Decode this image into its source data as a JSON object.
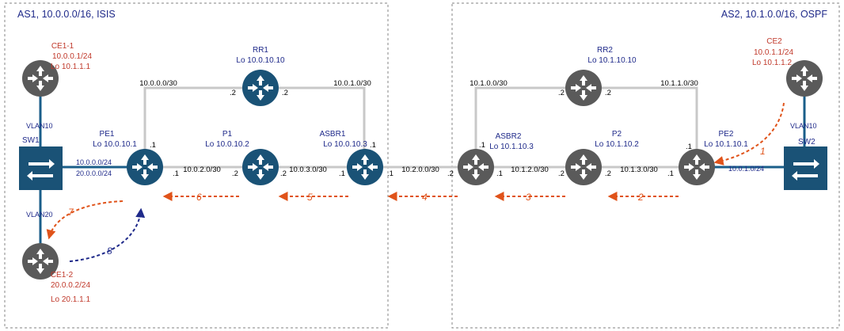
{
  "as1": {
    "title": "AS1, 10.0.0.0/16, ISIS"
  },
  "as2": {
    "title": "AS2, 10.1.0.0/16, OSPF"
  },
  "nodes": {
    "ce1_1": {
      "name": "CE1-1",
      "ip": "10.0.0.1/24",
      "lo": "Lo 10.1.1.1"
    },
    "ce1_2": {
      "name": "CE1-2",
      "ip": "20.0.0.2/24",
      "lo": "Lo 20.1.1.1"
    },
    "sw1": {
      "name": "SW1",
      "vlan_top": "VLAN10",
      "vlan_bottom": "VLAN20",
      "subnet1": "10.0.0.0/24",
      "subnet2": "20.0.0.0/24"
    },
    "pe1": {
      "name": "PE1",
      "lo": "Lo 10.0.10.1"
    },
    "rr1": {
      "name": "RR1",
      "lo": "Lo 10.0.10.10"
    },
    "p1": {
      "name": "P1",
      "lo": "Lo 10.0.10.2"
    },
    "asbr1": {
      "name": "ASBR1",
      "lo": "Lo 10.0.10.3"
    },
    "asbr2": {
      "name": "ASBR2",
      "lo": "Lo 10.1.10.3"
    },
    "rr2": {
      "name": "RR2",
      "lo": "Lo 10.1.10.10"
    },
    "p2": {
      "name": "P2",
      "lo": "Lo 10.1.10.2"
    },
    "pe2": {
      "name": "PE2",
      "lo": "Lo 10.1.10.1"
    },
    "ce2": {
      "name": "CE2",
      "ip": "10.0.1.1/24",
      "lo": "Lo 10.1.1.2"
    },
    "sw2": {
      "name": "SW2",
      "vlan": "VLAN10",
      "subnet": "10.0.1.0/24"
    }
  },
  "links": {
    "pe1_rr1": "10.0.0.0/30",
    "rr1_asbr1": "10.0.1.0/30",
    "pe1_p1": "10.0.2.0/30",
    "p1_asbr1": "10.0.3.0/30",
    "asbr1_asbr2": "10.2.0.0/30",
    "asbr2_rr2": "10.1.0.0/30",
    "rr2_pe2": "10.1.1.0/30",
    "asbr2_p2": "10.1.2.0/30",
    "p2_pe2": "10.1.3.0/30"
  },
  "ifaces": {
    "dot1": ".1",
    "dot2": ".2"
  },
  "steps": [
    "1",
    "2",
    "3",
    "4",
    "5",
    "6",
    "7",
    "8"
  ],
  "colors": {
    "router_gray": "#5a5a5a",
    "router_blue": "#1a5276",
    "link_gray": "#c8c8c8",
    "link_blue": "#1a5e8a",
    "arrow_red": "#e0531a",
    "arrow_blue": "#1f2a8a",
    "label_red": "#c0392b",
    "label_blue": "#1f2a8a"
  }
}
